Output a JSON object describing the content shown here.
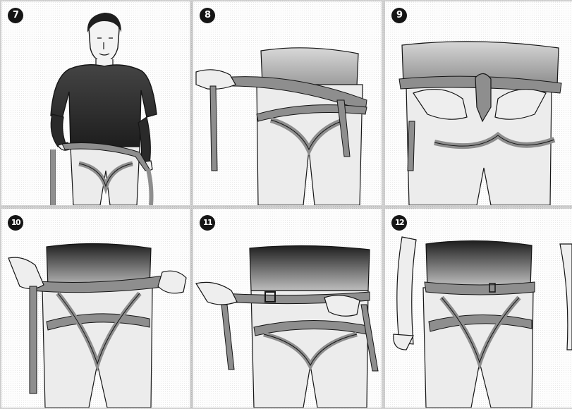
{
  "panels": [
    {
      "step": "7",
      "scene": "person-holding-harness-belt"
    },
    {
      "step": "8",
      "scene": "belt-pulled-around-waist"
    },
    {
      "step": "9",
      "scene": "belt-threaded-through-loops"
    },
    {
      "step": "10",
      "scene": "belt-tightened-around-hips"
    },
    {
      "step": "11",
      "scene": "buckle-secured-at-front"
    },
    {
      "step": "12",
      "scene": "finished-harness"
    }
  ],
  "colors": {
    "ink": "#151515",
    "webbing": "#8e8e8e",
    "shirt": "#2b2b2b",
    "fabric": "#e4e4e4"
  }
}
